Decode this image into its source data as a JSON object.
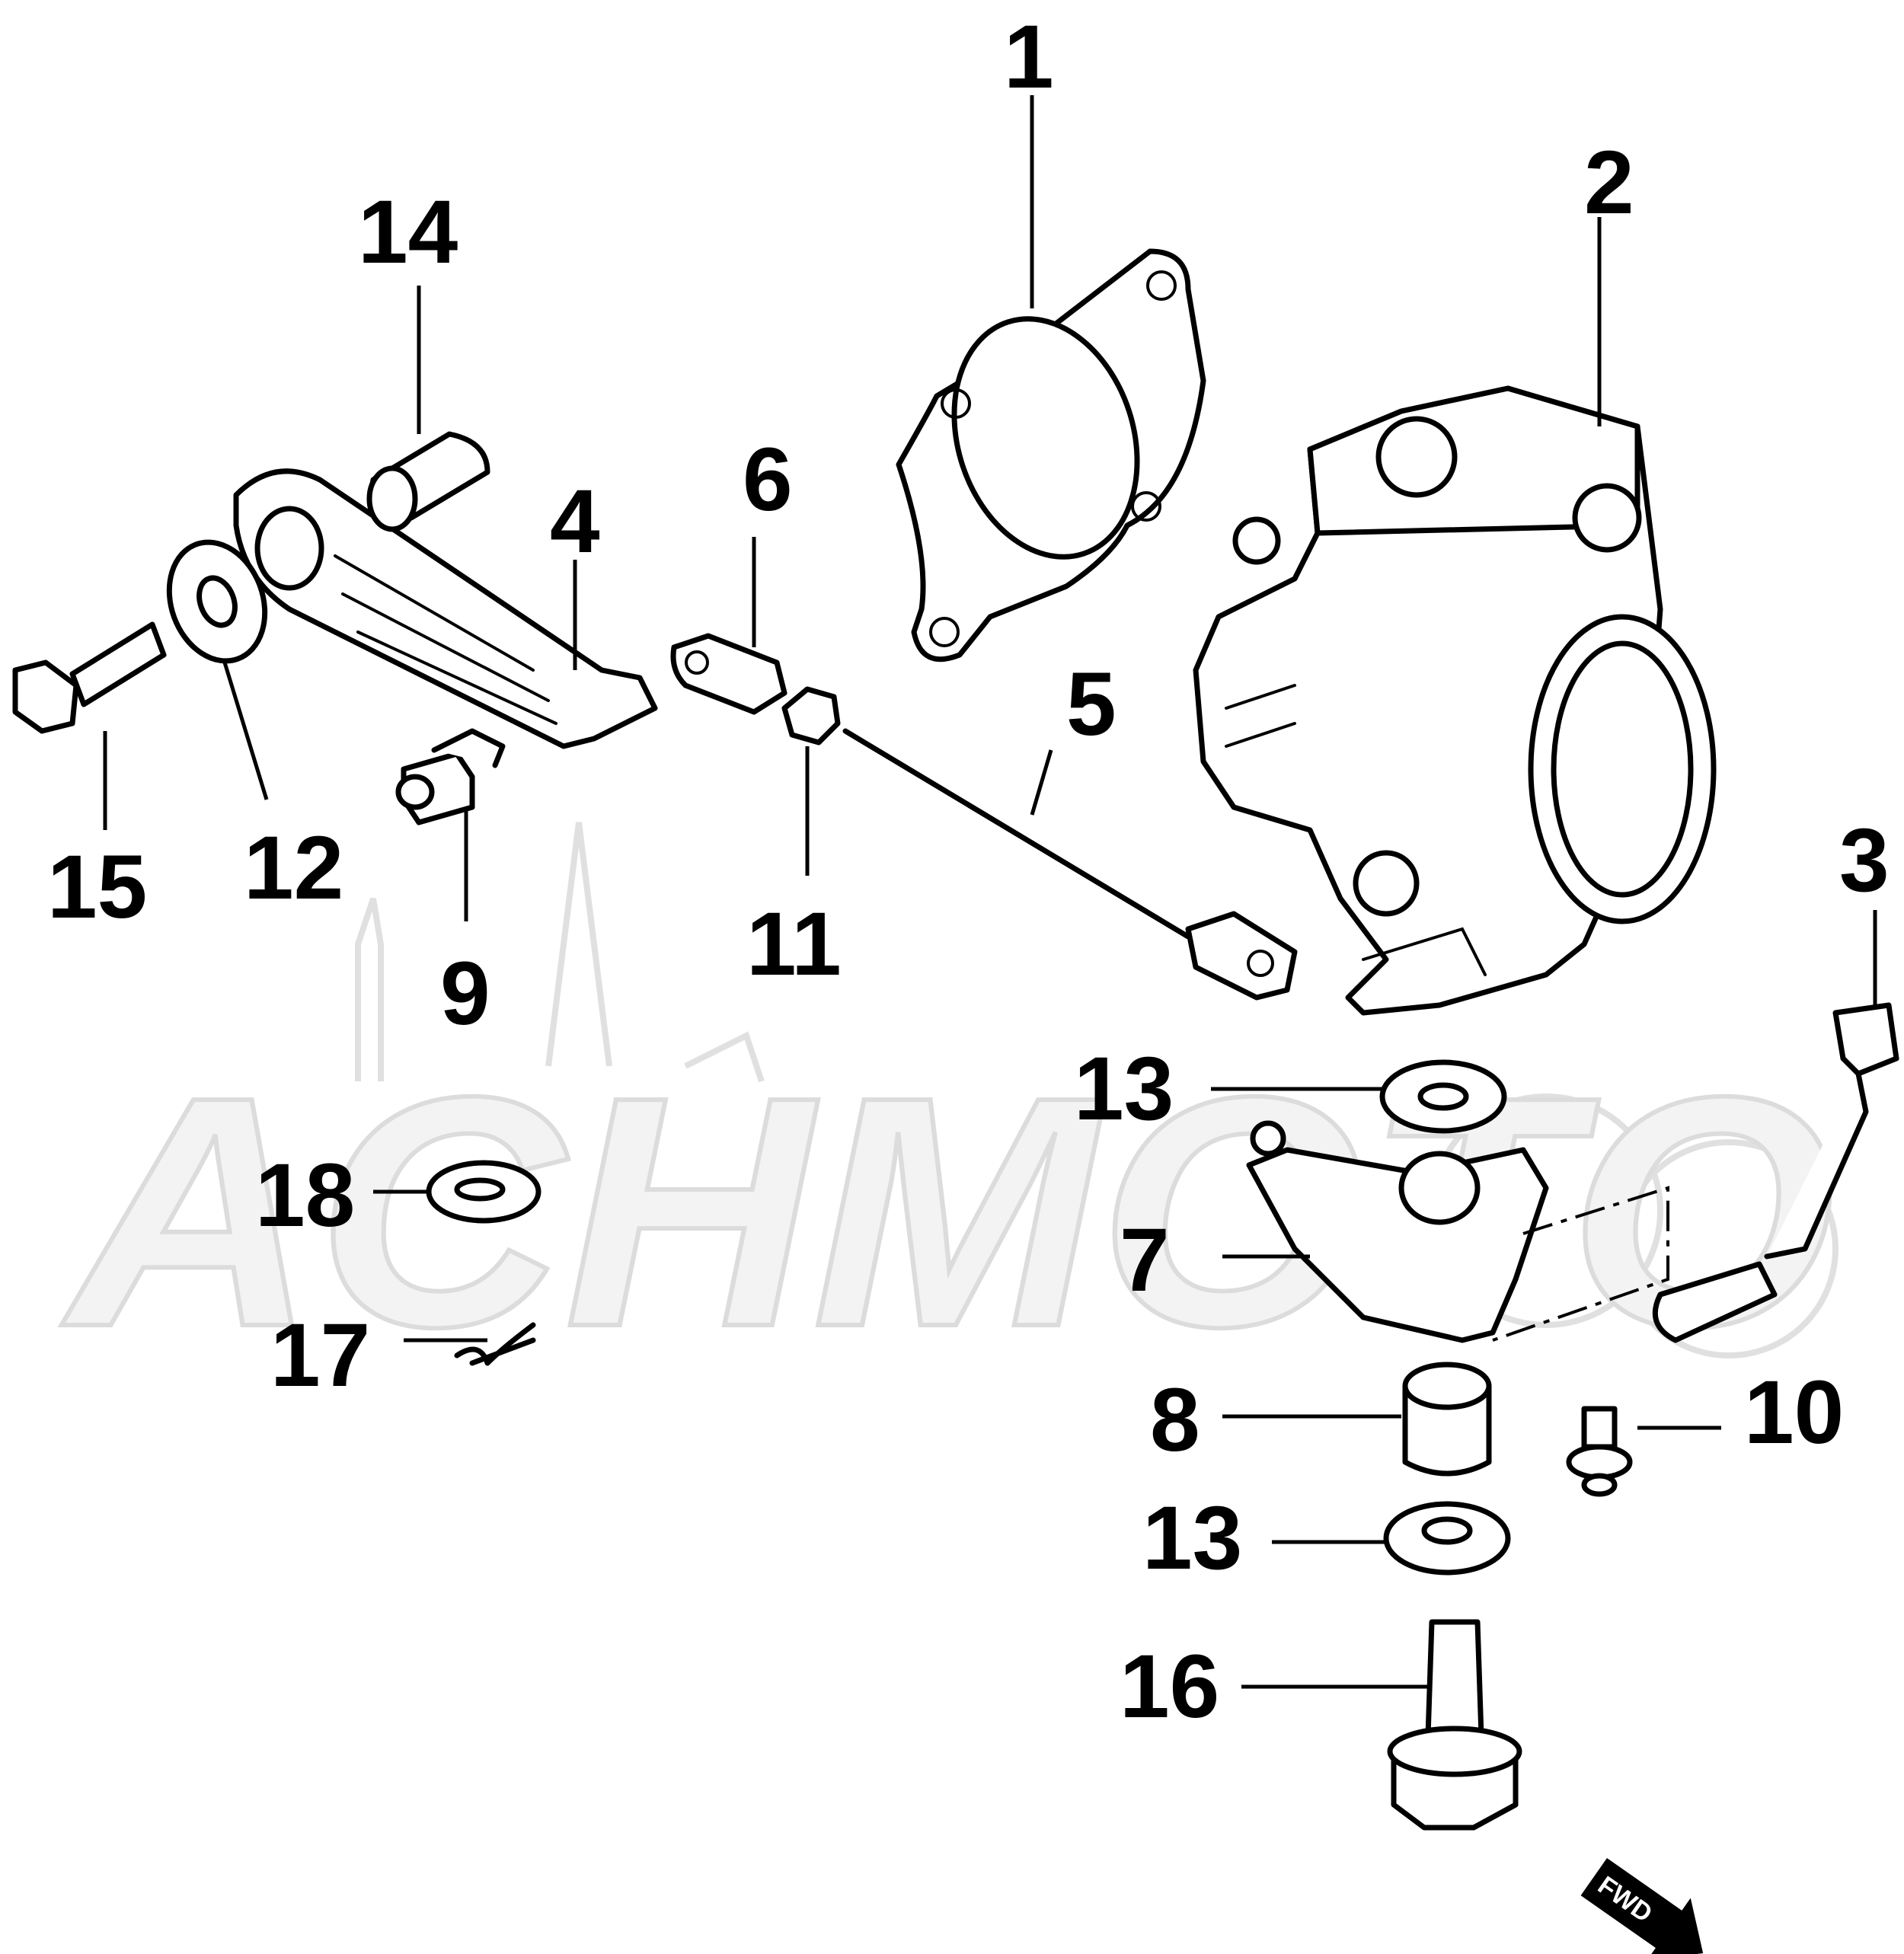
{
  "watermark": {
    "text": "ACHMOTO"
  },
  "direction_badge": {
    "text": "FWD"
  },
  "callouts": [
    {
      "id": "1",
      "label": "1"
    },
    {
      "id": "2",
      "label": "2"
    },
    {
      "id": "3",
      "label": "3"
    },
    {
      "id": "4",
      "label": "4"
    },
    {
      "id": "5",
      "label": "5"
    },
    {
      "id": "6",
      "label": "6"
    },
    {
      "id": "7",
      "label": "7"
    },
    {
      "id": "8",
      "label": "8"
    },
    {
      "id": "9",
      "label": "9"
    },
    {
      "id": "10",
      "label": "10"
    },
    {
      "id": "11",
      "label": "11"
    },
    {
      "id": "12",
      "label": "12"
    },
    {
      "id": "13a",
      "label": "13"
    },
    {
      "id": "13b",
      "label": "13"
    },
    {
      "id": "14",
      "label": "14"
    },
    {
      "id": "15",
      "label": "15"
    },
    {
      "id": "16",
      "label": "16"
    },
    {
      "id": "17",
      "label": "17"
    },
    {
      "id": "18",
      "label": "18"
    }
  ]
}
